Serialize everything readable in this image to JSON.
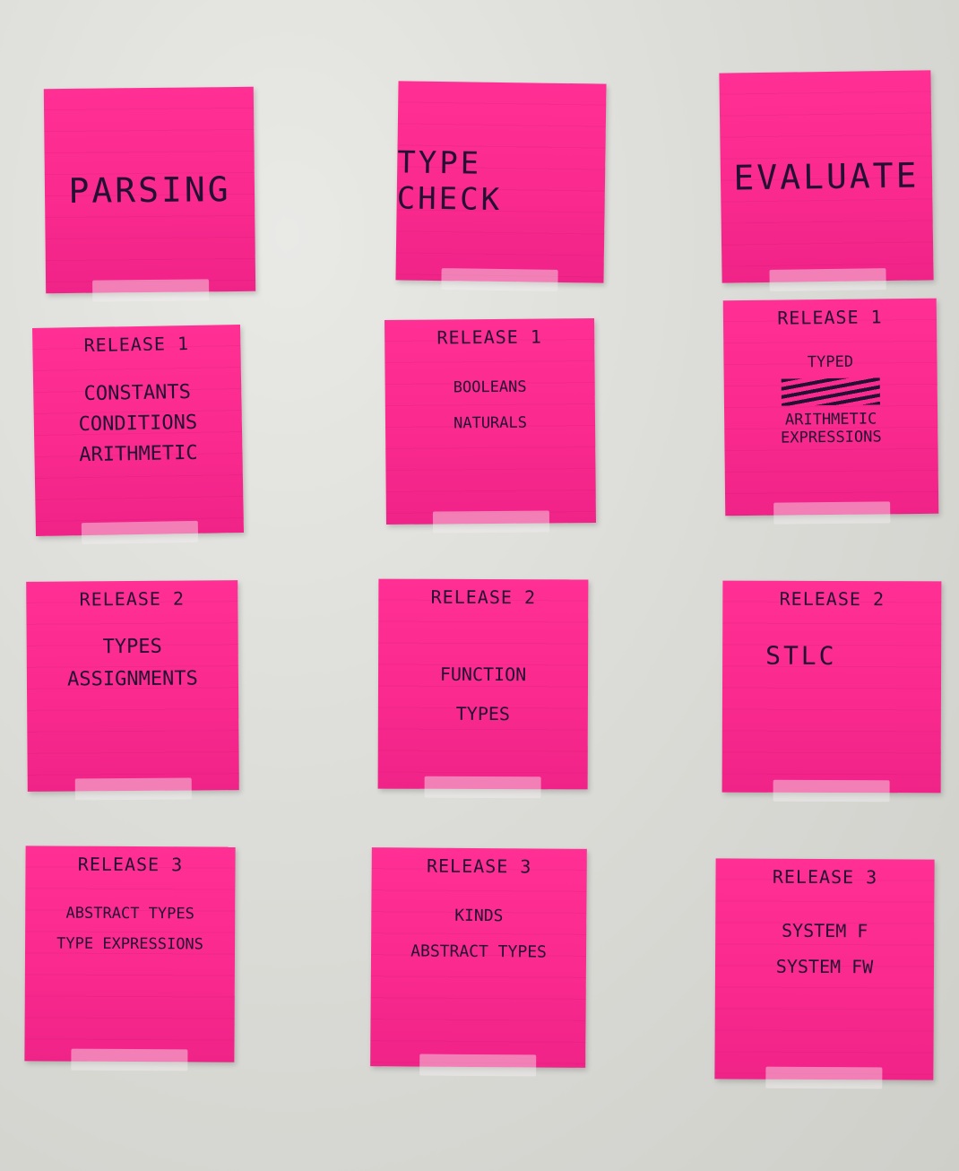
{
  "columns": [
    {
      "title": "PARSING",
      "releases": [
        {
          "label": "RELEASE 1",
          "items": [
            "CONSTANTS",
            "CONDITIONS",
            "ARITHMETIC"
          ]
        },
        {
          "label": "RELEASE 2",
          "items": [
            "TYPES",
            "ASSIGNMENTS"
          ]
        },
        {
          "label": "RELEASE 3",
          "items": [
            "ABSTRACT TYPES",
            "TYPE EXPRESSIONS"
          ]
        }
      ]
    },
    {
      "title": "TYPE CHECK",
      "releases": [
        {
          "label": "RELEASE 1",
          "items": [
            "BOOLEANS",
            "NATURALS"
          ]
        },
        {
          "label": "RELEASE 2",
          "items": [
            "FUNCTION",
            "TYPES"
          ]
        },
        {
          "label": "RELEASE 3",
          "items": [
            "KINDS",
            "ABSTRACT TYPES"
          ]
        }
      ]
    },
    {
      "title": "EVALUATE",
      "releases": [
        {
          "label": "RELEASE 1",
          "items": [
            "TYPED",
            "ARITHMETIC EXPRESSIONS"
          ]
        },
        {
          "label": "RELEASE 2",
          "items": [
            "STLC"
          ]
        },
        {
          "label": "RELEASE 3",
          "items": [
            "SYSTEM F",
            "SYSTEM FW"
          ]
        }
      ]
    }
  ],
  "colors": {
    "note": "#fa2a8e",
    "ink": "#241033",
    "wall": "#dcdcd8"
  }
}
